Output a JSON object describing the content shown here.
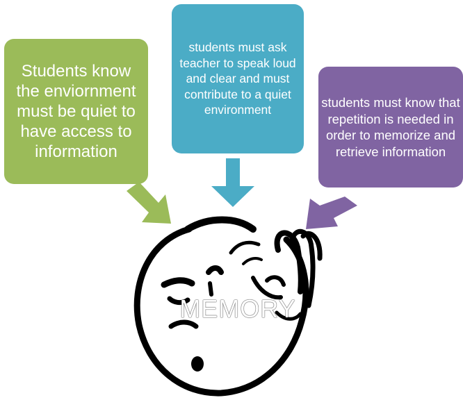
{
  "boxes": {
    "left": {
      "text": "Students know the enviornment must be quiet to have access to information",
      "color": "#9bbb59"
    },
    "middle": {
      "text": "students must ask teacher to speak loud and clear and must contribute to a quiet environment",
      "color": "#4bacc6"
    },
    "right": {
      "text": "students must know that repetition is needed in order to memorize and retrieve information",
      "color": "#8064a2"
    }
  },
  "center_label": "MEMORY",
  "icons": {
    "face": "listening-face-icon",
    "arrows": "down-arrow-icon"
  }
}
